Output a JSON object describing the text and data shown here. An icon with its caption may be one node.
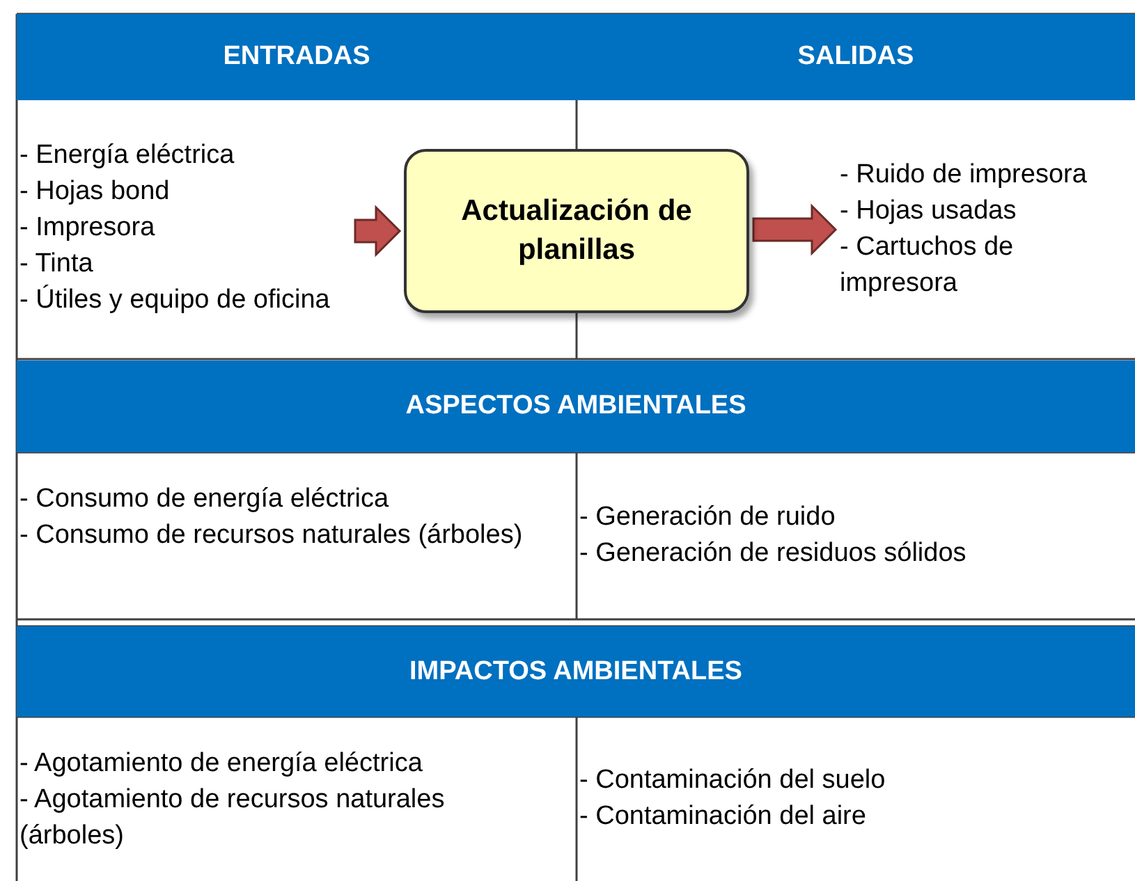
{
  "diagram": {
    "nodes": [
      {
        "text": [
          "ENTRADAS"
        ]
      },
      {
        "text": [
          "SALIDAS"
        ]
      },
      {
        "text": [
          "- Energía eléctrica",
          "- Hojas bond",
          "- Impresora",
          "- Tinta",
          "- Útiles y equipo de oficina"
        ]
      },
      {
        "text": [
          "Actualización de planillas"
        ]
      },
      {
        "text": [
          "- Ruido de impresora",
          "- Hojas usadas",
          "- Cartuchos de impresora"
        ]
      },
      {
        "text": [
          "ASPECTOS AMBIENTALES"
        ]
      },
      {
        "text": [
          "- Consumo de energía eléctrica",
          "- Consumo de recursos naturales (árboles)"
        ]
      },
      {
        "text": [
          "- Generación de ruido",
          "- Generación de residuos sólidos"
        ]
      },
      {
        "text": [
          "IMPACTOS AMBIENTALES"
        ]
      },
      {
        "text": [
          "- Agotamiento de energía eléctrica",
          "- Agotamiento de recursos naturales (árboles)"
        ]
      },
      {
        "text": [
          "- Contaminación del suelo",
          "- Contaminación del aire"
        ]
      }
    ],
    "edges": [
      {
        "from": 2,
        "to": 3,
        "arrow": "to"
      },
      {
        "from": 3,
        "to": 4,
        "arrow": "to"
      }
    ]
  }
}
